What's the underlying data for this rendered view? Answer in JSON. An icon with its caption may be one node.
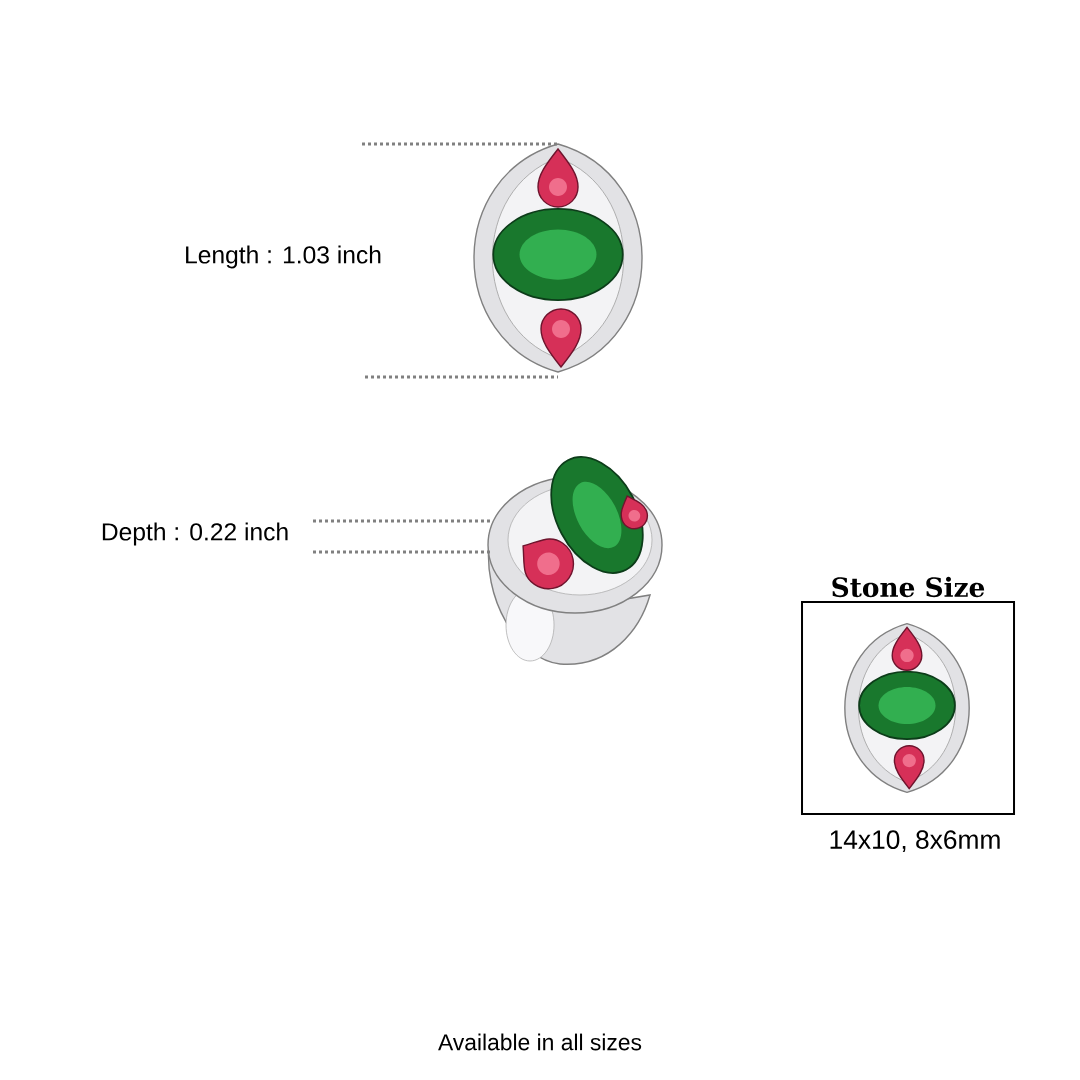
{
  "diagram": {
    "nodes": [
      {
        "text": [
          "Stone Size"
        ],
        "beside": [
          "14x10, 8x6mm"
        ]
      }
    ],
    "labels": [
      "Length : 1.03 inch",
      "Depth : 0.22 inch",
      "Available in all sizes"
    ]
  }
}
